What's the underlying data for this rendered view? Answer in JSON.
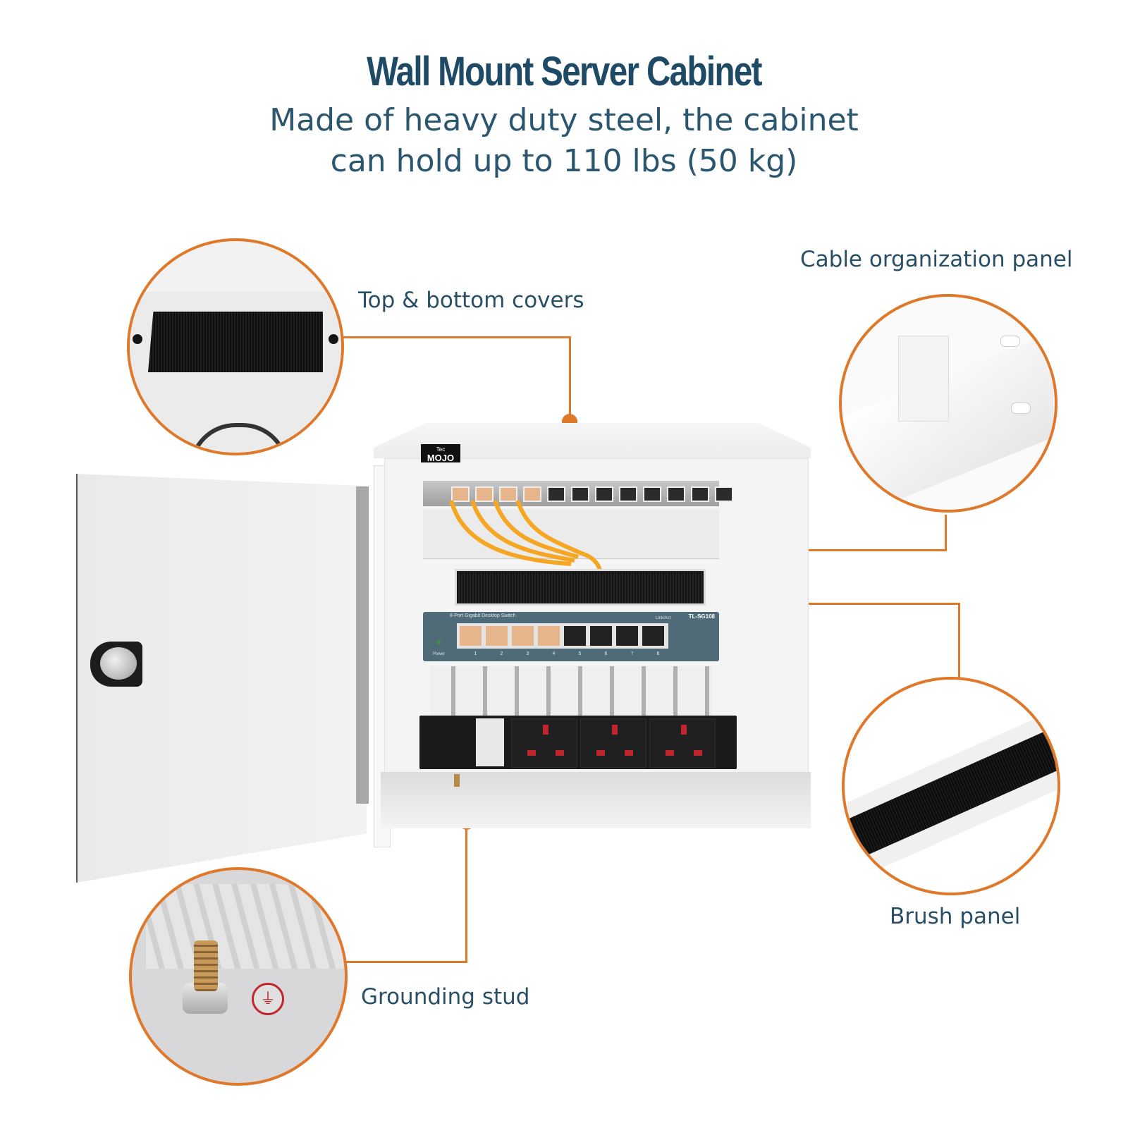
{
  "header": {
    "title": "Wall Mount Server Cabinet",
    "subtitle_line1": "Made of heavy duty steel, the cabinet",
    "subtitle_line2": "can hold up to 110 lbs (50 kg)"
  },
  "callouts": {
    "top_bottom_covers": {
      "label": "Top & bottom covers"
    },
    "cable_organization_panel": {
      "label": "Cable organization panel"
    },
    "brush_panel": {
      "label": "Brush panel"
    },
    "grounding_stud": {
      "label": "Grounding stud"
    }
  },
  "cabinet": {
    "brand_small": "Tec",
    "brand": "MOJO",
    "switch": {
      "title": "8-Port Gigabit Desktop Switch",
      "model": "TL-SG108",
      "led_label": "Link/Act",
      "power_label": "Power",
      "ports": [
        "1",
        "2",
        "3",
        "4",
        "5",
        "6",
        "7",
        "8"
      ]
    },
    "patch_panel_ports": 12,
    "pdu_sockets": 3
  },
  "colors": {
    "accent": "#e0782a",
    "text_primary": "#1e4a66",
    "text_secondary": "#284f66",
    "cable": "#f5a623",
    "switch_body": "#4f6b78"
  }
}
